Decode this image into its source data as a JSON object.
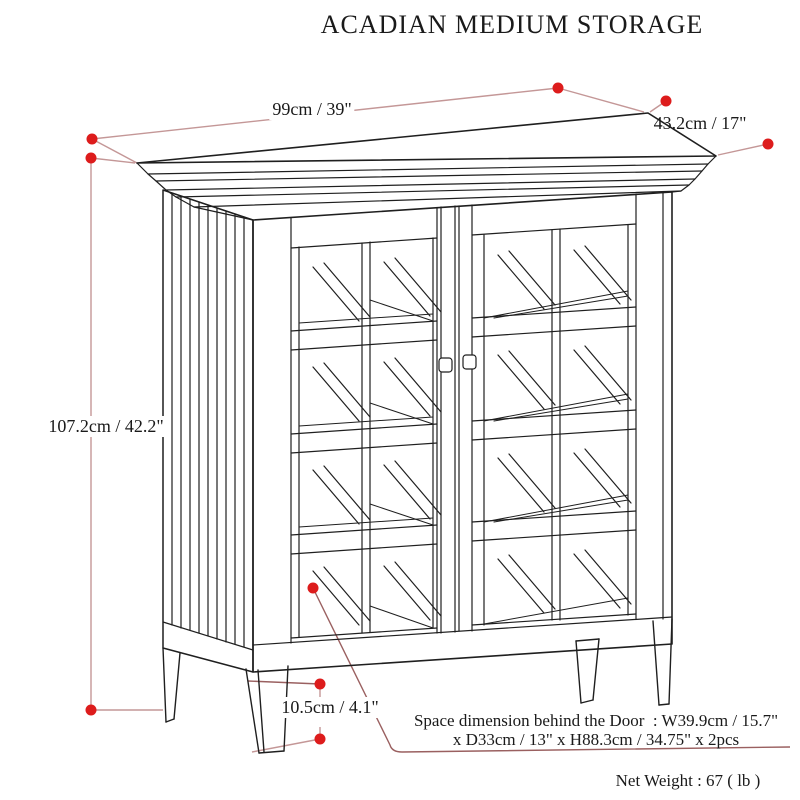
{
  "title": "ACADIAN MEDIUM STORAGE",
  "dimensions": {
    "width_label": "99cm / 39\"",
    "depth_label": "43.2cm / 17\"",
    "height_label": "107.2cm / 42.2\"",
    "leg_height_label": "10.5cm / 4.1\"",
    "space_behind_door_line1": "Space dimension behind the Door : W39.9cm / 15.7\"",
    "space_behind_door_line2": "x D33cm / 13\" x H88.3cm / 34.75\" x 2pcs",
    "net_weight_label": "Net Weight : 67 ( lb )"
  },
  "colors": {
    "line": "#1f1f1f",
    "dim_line": "#c49797",
    "dim_dot": "#dd1c1c",
    "leader_line": "#9a6060"
  }
}
